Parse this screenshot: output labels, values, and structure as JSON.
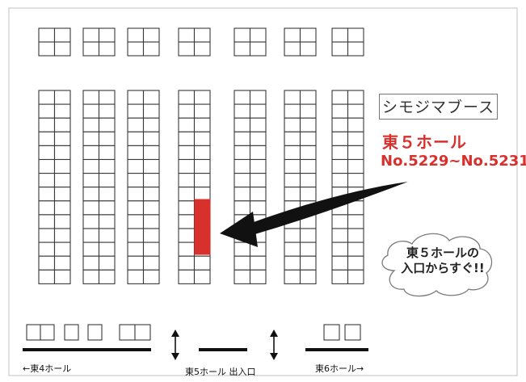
{
  "callout": {
    "booth_name": "シモジマブース",
    "hall_title": "東５ホール",
    "booth_numbers": "No.5229~No.5231"
  },
  "cloud": {
    "line1": "東５ホールの",
    "line2": "入口からすぐ!!"
  },
  "bottom": {
    "left_label": "←東4ホール",
    "center_label": "東5ホール 出入口",
    "right_label": "東6ホール→"
  },
  "colors": {
    "highlight": "#d8302c",
    "booth_stroke": "#3a3a3a",
    "wall": "#111111"
  },
  "icons": {
    "pointer": "curved-arrow-icon",
    "walkways": "double-arrow-icon"
  }
}
